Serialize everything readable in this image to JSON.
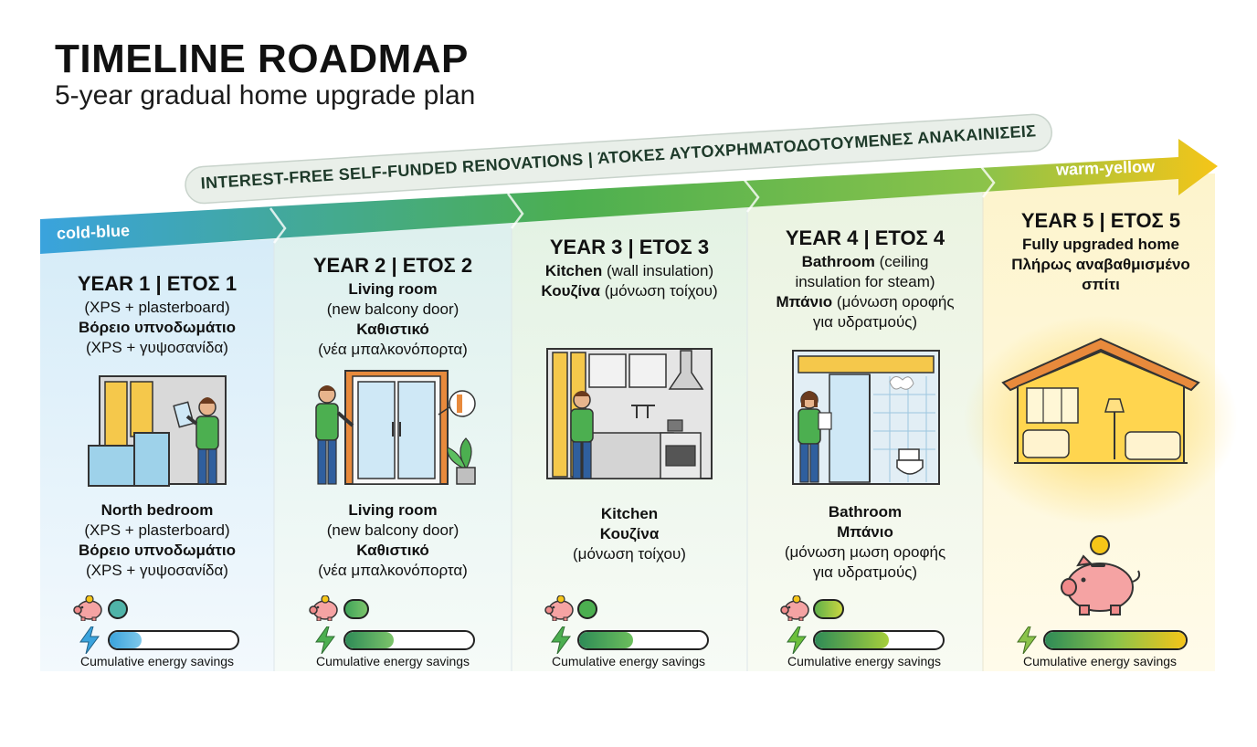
{
  "header": {
    "title": "TIMELINE ROADMAP",
    "subtitle": "5-year gradual home upgrade plan"
  },
  "banner": {
    "text": "INTEREST-FREE SELF-FUNDED RENOVATIONS | ΆΤΟΚΕΣ ΑΥΤΟΧΡΗΜΑΤΟΔΟΤΟΥΜΕΝΕΣ ΑΝΑΚΑΙΝΙΣΕΙΣ"
  },
  "gradient": {
    "start_label": "cold-blue",
    "end_label": "warm-yellow",
    "start_color": "#3aa3dd",
    "mid_color": "#4caf50",
    "end_color": "#f5c518"
  },
  "energy_label": "Cumulative energy savings",
  "years": [
    {
      "heading": "YEAR 1 | ΕΤΟΣ 1",
      "top_line1": "(XPS + plasterboard)",
      "top_line2": "Βόρειο υπνοδωμάτιο",
      "top_line3": "(XPS + γυψοσανίδα)",
      "bottom_line1": "North bedroom",
      "bottom_line2": "(XPS + plasterboard)",
      "bottom_line3": "Βόρειο υπνοδωμάτιο",
      "bottom_line4": "(XPS + γυψοσανίδα)",
      "icon": "wall-insulation-worker",
      "savings_fraction": 0.25
    },
    {
      "heading": "YEAR 2 | ΕΤΟΣ 2",
      "top_line1": "Living room",
      "top_line2": "(new balcony door)",
      "top_line3": "Καθιστικό",
      "top_line4": "(νέα μπαλκονόπορτα)",
      "bottom_line1": "Living room",
      "bottom_line2": "(new balcony door)",
      "bottom_line3": "Καθιστικό",
      "bottom_line4": "(νέα μπαλκονόπορτα)",
      "icon": "balcony-door-worker",
      "savings_fraction": 0.38
    },
    {
      "heading": "YEAR 3 | ΕΤΟΣ 3",
      "top_bold1": "Kitchen",
      "top_text1": " (wall insulation)",
      "top_bold2": "Κουζίνα",
      "top_text2": " (μόνωση τοίχου)",
      "bottom_line1": "Kitchen",
      "bottom_line2": "Κουζίνα",
      "bottom_line3": "(μόνωση τοίχου)",
      "icon": "kitchen-worker",
      "savings_fraction": 0.42
    },
    {
      "heading": "YEAR 4 | ΕΤΟΣ 4",
      "top_bold1": "Bathroom",
      "top_text1": " (ceiling",
      "top_text1b": "insulation for steam)",
      "top_bold2": "Μπάνιο",
      "top_text2": " (μόνωση οροφής",
      "top_text2b": "για υδρατμούς)",
      "bottom_line1": "Bathroom",
      "bottom_line2": "Μπάνιο",
      "bottom_line3": "(μόνωση μωση οροφής",
      "bottom_line4": "για υδρατμούς)",
      "icon": "bathroom-worker",
      "savings_fraction": 0.58
    },
    {
      "heading": "YEAR 5 | ΕΤΟΣ 5",
      "top_line1": "Fully upgraded home",
      "top_line2": "Πλήρως αναβαθμισμένο",
      "top_line3": "σπίτι",
      "icon": "warm-house",
      "savings_fraction": 1.0
    }
  ]
}
